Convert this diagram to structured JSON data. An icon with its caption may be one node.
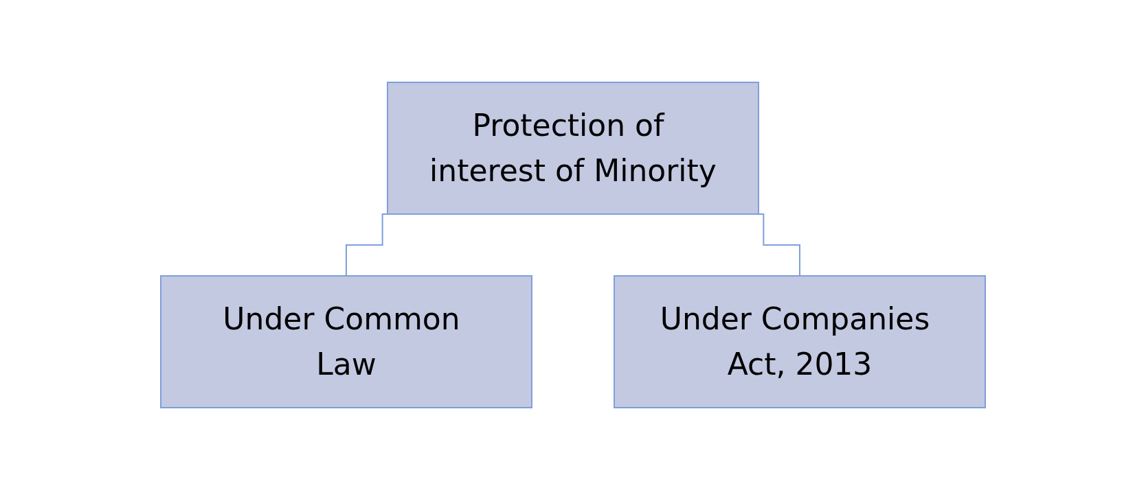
{
  "diagram": {
    "nodes": [
      {
        "text": [
          "Protection of interest of Minority"
        ]
      },
      {
        "text": [
          "Under Common Law"
        ]
      },
      {
        "text": [
          "Under Companies Act, 2013"
        ]
      }
    ],
    "edges": [
      {
        "from": 0,
        "to": 1,
        "arrow": "none"
      },
      {
        "from": 0,
        "to": 2,
        "arrow": "none"
      }
    ]
  }
}
